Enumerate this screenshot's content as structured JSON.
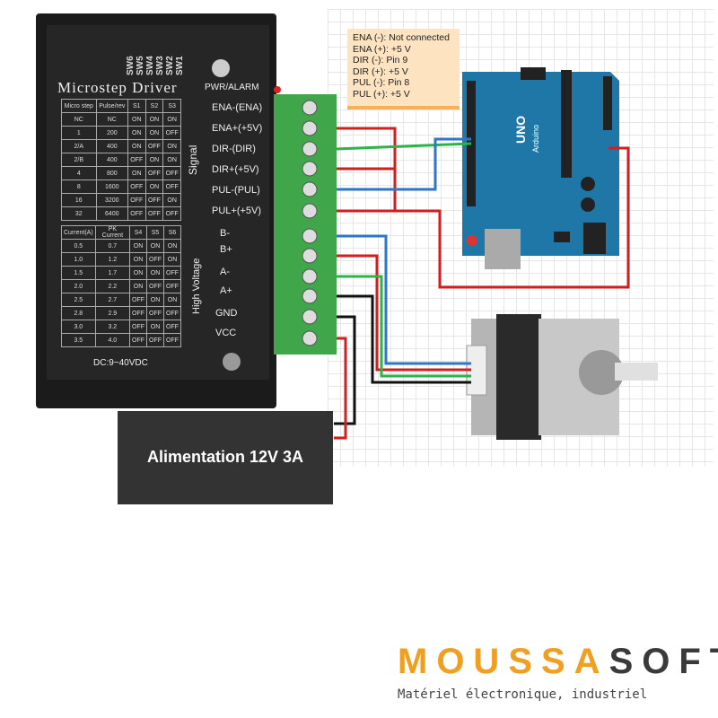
{
  "driver": {
    "title": "Microstep Driver",
    "switches": [
      "SW6",
      "SW5",
      "SW4",
      "SW3",
      "SW2",
      "SW1"
    ],
    "pwr_label": "PWR/ALARM",
    "microstep_table": {
      "headers": [
        "Micro step",
        "Pulse/rev",
        "S1",
        "S2",
        "S3"
      ],
      "rows": [
        [
          "NC",
          "NC",
          "ON",
          "ON",
          "ON"
        ],
        [
          "1",
          "200",
          "ON",
          "ON",
          "OFF"
        ],
        [
          "2/A",
          "400",
          "ON",
          "OFF",
          "ON"
        ],
        [
          "2/B",
          "400",
          "OFF",
          "ON",
          "ON"
        ],
        [
          "4",
          "800",
          "ON",
          "OFF",
          "OFF"
        ],
        [
          "8",
          "1600",
          "OFF",
          "ON",
          "OFF"
        ],
        [
          "16",
          "3200",
          "OFF",
          "OFF",
          "ON"
        ],
        [
          "32",
          "6400",
          "OFF",
          "OFF",
          "OFF"
        ]
      ]
    },
    "current_table": {
      "headers": [
        "Current(A)",
        "PK Current",
        "S4",
        "S5",
        "S6"
      ],
      "rows": [
        [
          "0.5",
          "0.7",
          "ON",
          "ON",
          "ON"
        ],
        [
          "1.0",
          "1.2",
          "ON",
          "OFF",
          "ON"
        ],
        [
          "1.5",
          "1.7",
          "ON",
          "ON",
          "OFF"
        ],
        [
          "2.0",
          "2.2",
          "ON",
          "OFF",
          "OFF"
        ],
        [
          "2.5",
          "2.7",
          "OFF",
          "ON",
          "ON"
        ],
        [
          "2.8",
          "2.9",
          "OFF",
          "OFF",
          "OFF"
        ],
        [
          "3.0",
          "3.2",
          "OFF",
          "ON",
          "OFF"
        ],
        [
          "3.5",
          "4.0",
          "OFF",
          "OFF",
          "OFF"
        ]
      ]
    },
    "signal_group": "Signal",
    "signal_pins": [
      "ENA-(ENA)",
      "ENA+(+5V)",
      "DIR-(DIR)",
      "DIR+(+5V)",
      "PUL-(PUL)",
      "PUL+(+5V)"
    ],
    "hv_group": "High Voltage",
    "hv_pins": [
      "B-",
      "B+",
      "A-",
      "A+",
      "GND",
      "VCC"
    ],
    "voltage": "DC:9~40VDC"
  },
  "note": [
    "ENA (-): Not connected",
    "ENA (+): +5 V",
    "DIR (-): Pin  9",
    "DIR (+): +5 V",
    "PUL (-): Pin 8",
    "PUL (+): +5 V"
  ],
  "arduino": {
    "label": "UNO",
    "brand": "Arduino"
  },
  "power": {
    "label": "Alimentation 12V 3A"
  },
  "logo": {
    "part1": "MOUSSA",
    "part2": "SOFT",
    "tagline": "Matériel électronique, industriel",
    "color1": "#f0a020",
    "color2": "#3a3a3a"
  }
}
